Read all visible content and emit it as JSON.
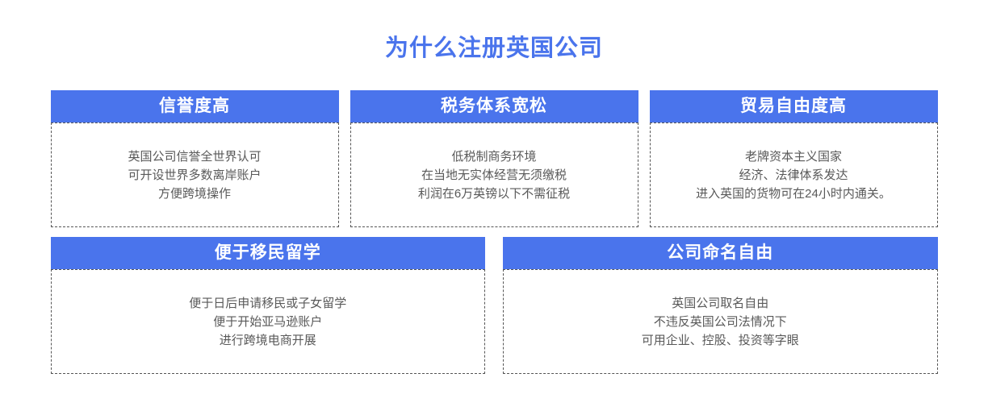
{
  "theme": {
    "accent_color": "#4a74ec",
    "header_text_color": "#ffffff",
    "body_text_color": "#595959",
    "dashed_border_color": "#555555",
    "page_background": "#ffffff"
  },
  "title": "为什么注册英国公司",
  "cards": [
    {
      "title": "信誉度高",
      "lines": [
        "英国公司信誉全世界认可",
        "可开设世界多数离岸账户",
        "方便跨境操作"
      ]
    },
    {
      "title": "税务体系宽松",
      "lines": [
        "低税制商务环境",
        "在当地无实体经营无须缴税",
        "利润在6万英镑以下不需征税"
      ]
    },
    {
      "title": "贸易自由度高",
      "lines": [
        "老牌资本主义国家",
        "经济、法律体系发达",
        "进入英国的货物可在24小时内通关。"
      ]
    },
    {
      "title": "便于移民留学",
      "lines": [
        "便于日后申请移民或子女留学",
        "便于开始亚马逊账户",
        "进行跨境电商开展"
      ]
    },
    {
      "title": "公司命名自由",
      "lines": [
        "英国公司取名自由",
        "不违反英国公司法情况下",
        "可用企业、控股、投资等字眼"
      ]
    }
  ]
}
